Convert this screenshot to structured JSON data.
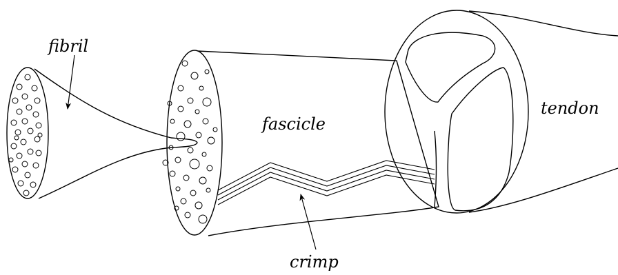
{
  "labels": {
    "fibril": "fibril",
    "fascicle": "fascicle",
    "tendon": "tendon",
    "crimp": "crimp"
  },
  "colors": {
    "stroke": "#000000",
    "background": "#ffffff"
  }
}
